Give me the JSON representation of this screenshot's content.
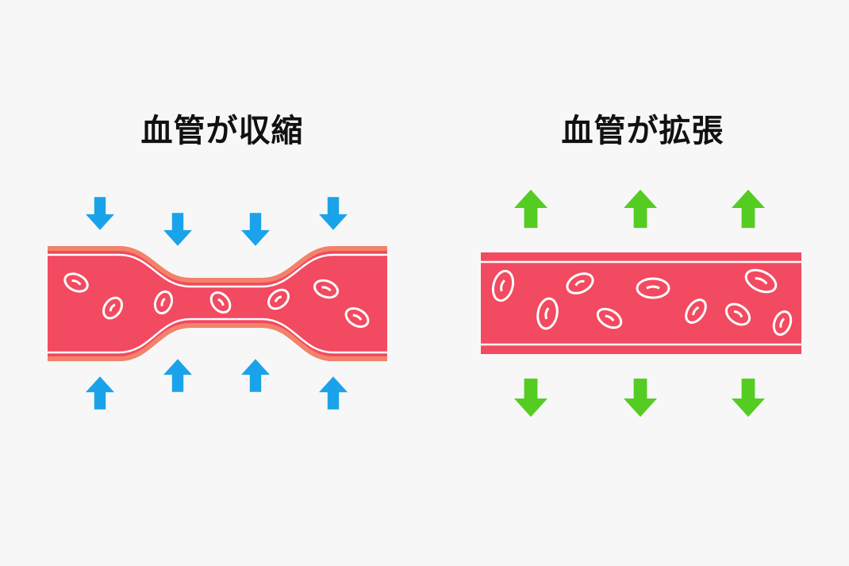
{
  "panels": {
    "constriction": {
      "title": "血管が収縮",
      "arrow_color": "#1aa3ea",
      "arrow_direction": "inward"
    },
    "dilation": {
      "title": "血管が拡張",
      "arrow_color": "#55cc22",
      "arrow_direction": "outward"
    }
  },
  "colors": {
    "vessel_fill": "#f24a60",
    "vessel_wall": "#f3826a",
    "cell_outline": "#ffffff",
    "background": "#f7f7f7"
  }
}
